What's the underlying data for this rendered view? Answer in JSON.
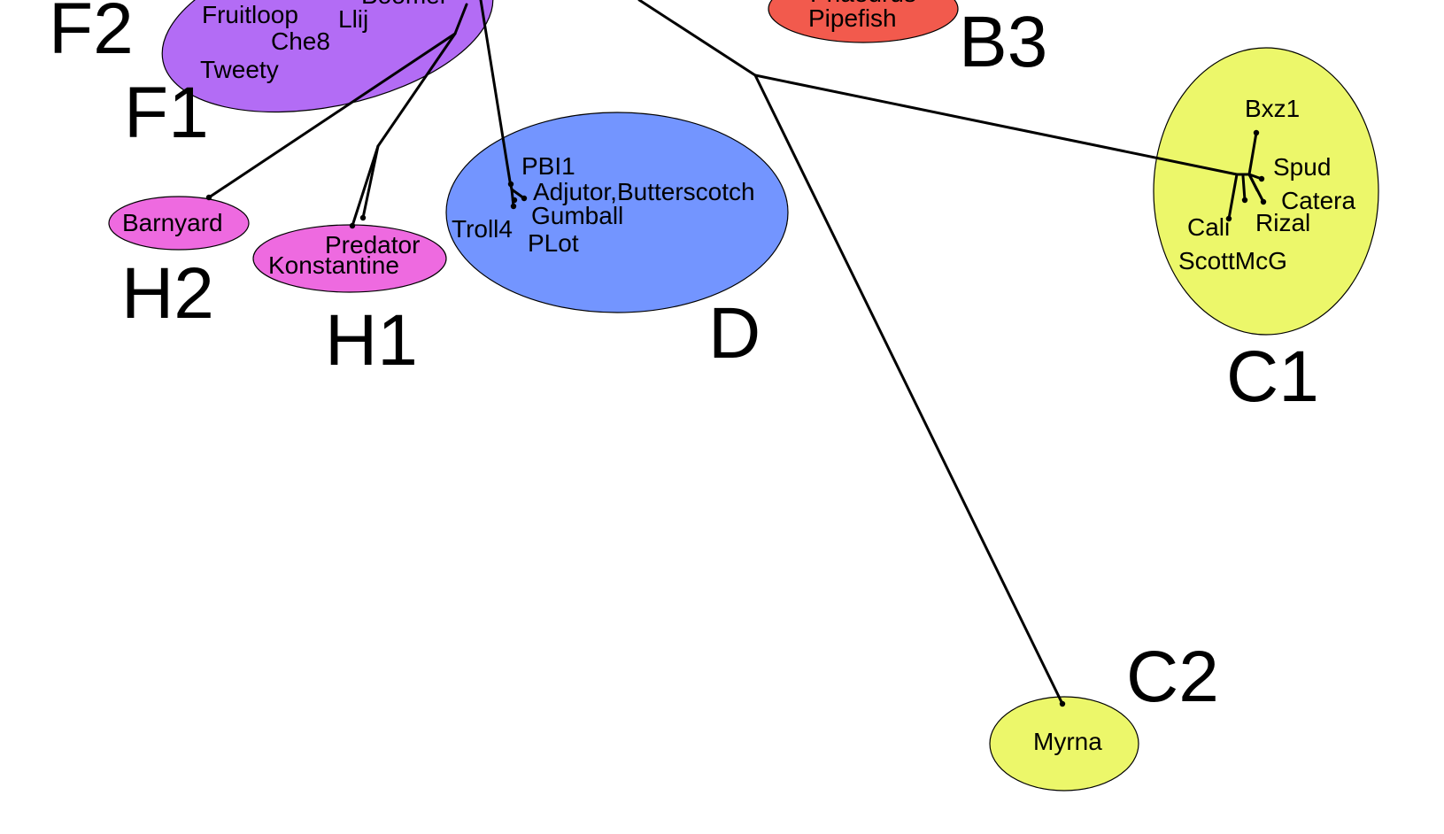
{
  "colors": {
    "F": "#b36cf5",
    "B": "#f25a4d",
    "H": "#ee6ae0",
    "D": "#7395ff",
    "C": "#ecf76a"
  },
  "clusters": {
    "F2": "F2",
    "F1": "F1",
    "B3": "B3",
    "H2": "H2",
    "H1": "H1",
    "D": "D",
    "C1": "C1",
    "C2": "C2"
  },
  "phages": {
    "fruitloop": "Fruitloop",
    "llij": "Llij",
    "che8": "Che8",
    "tweety": "Tweety",
    "boomer": "Boomer",
    "phaedrus": "Phaedrus",
    "pipefish": "Pipefish",
    "barnyard": "Barnyard",
    "predator": "Predator",
    "konstantine": "Konstantine",
    "pbi1": "PBI1",
    "adjutor_butterscotch": "Adjutor,Butterscotch",
    "gumball": "Gumball",
    "troll4": "Troll4",
    "plot": "PLot",
    "bxz1": "Bxz1",
    "spud": "Spud",
    "catera": "Catera",
    "cali": "Cali",
    "rizal": "Rizal",
    "scottmcg": "ScottMcG",
    "myrna": "Myrna"
  }
}
